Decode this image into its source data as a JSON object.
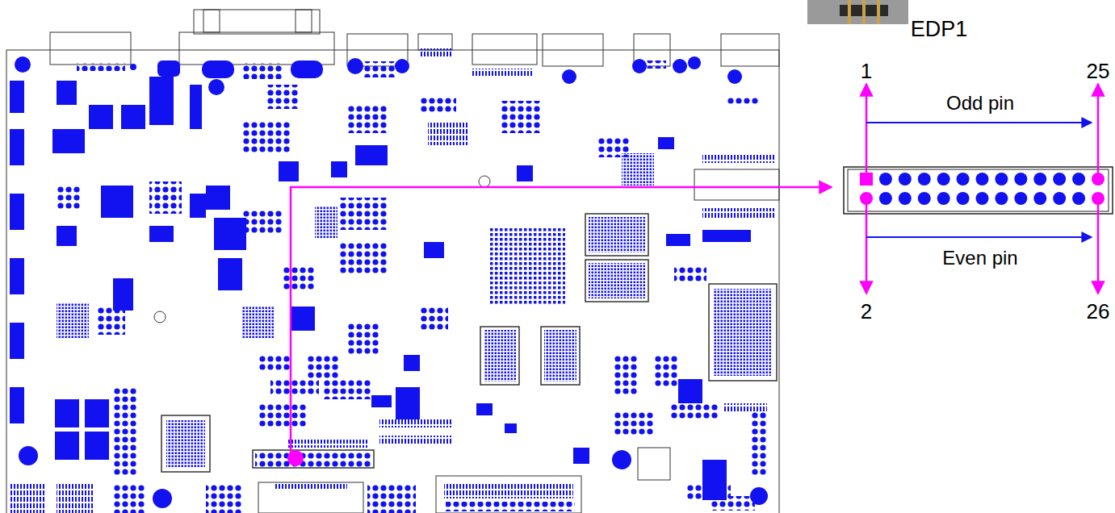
{
  "diagram": {
    "labels": [
      "EDP1",
      "1",
      "25",
      "Odd pin",
      "Even pin",
      "2",
      "26"
    ]
  }
}
